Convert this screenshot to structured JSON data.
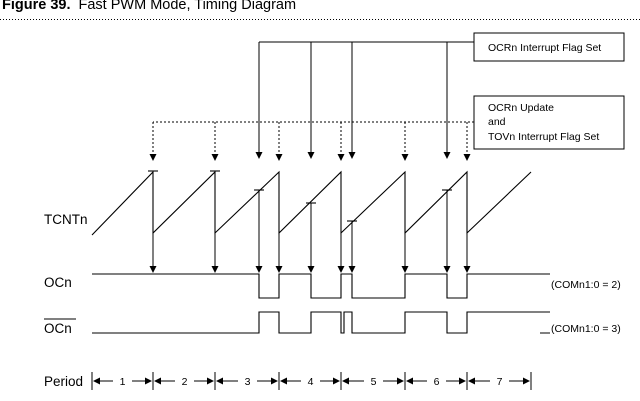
{
  "title": {
    "figure": "Figure 39.",
    "caption": "Fast PWM Mode, Timing Diagram"
  },
  "callouts": {
    "ocrn_flag": "OCRn Interrupt Flag Set",
    "ocrn_update": [
      "OCRn Update",
      "and",
      "TOVn Interrupt Flag Set"
    ]
  },
  "signals": {
    "tcnt": "TCNTn",
    "ocn": "OCn",
    "ocn_inv": "OCn",
    "ocn_mode": "(COMn1:0 = 2)",
    "ocn_inv_mode": "(COMn1:0 = 3)"
  },
  "period": {
    "label": "Period",
    "numbers": [
      "1",
      "2",
      "3",
      "4",
      "5",
      "6",
      "7"
    ]
  }
}
